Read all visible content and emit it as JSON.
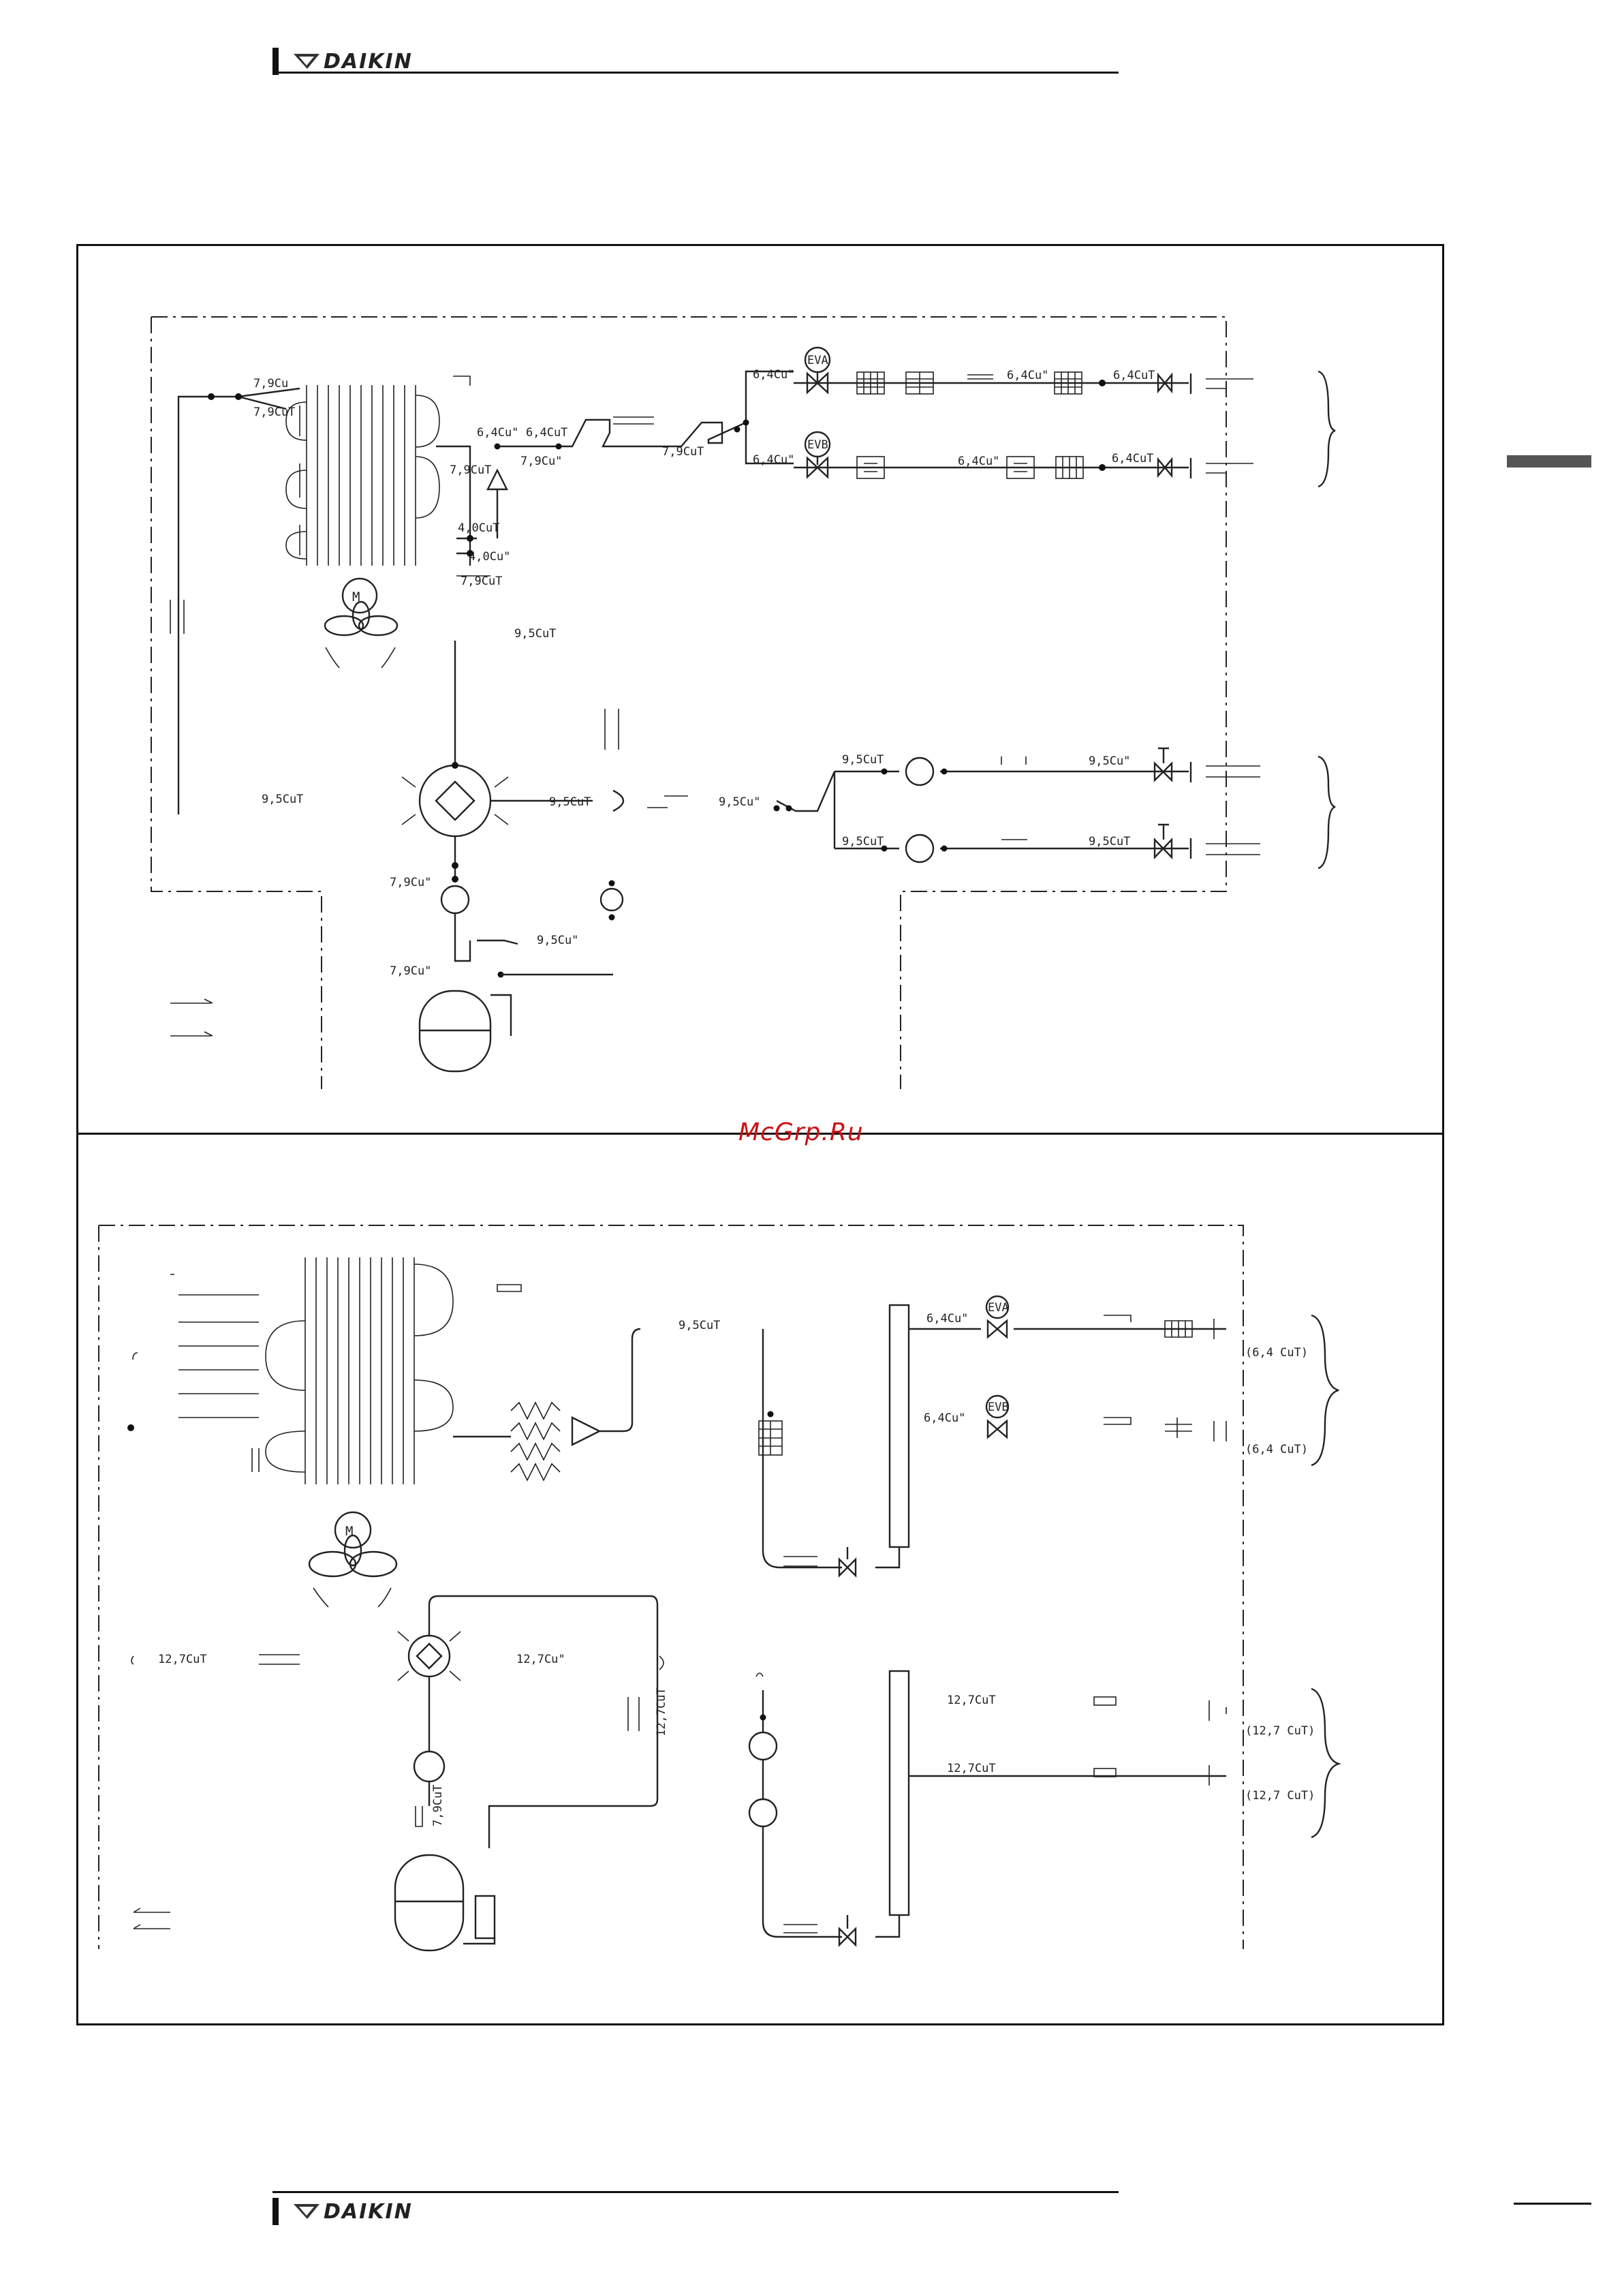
{
  "header": {
    "brand": "DAIKIN"
  },
  "footer": {
    "brand": "DAIKIN"
  },
  "watermark": "McGrp.Ru",
  "top_diagram": {
    "valves": {
      "liquid_a": "EVA",
      "liquid_b": "EVB"
    },
    "pipe_labels": {
      "coil_top_a": "7,9Cu",
      "coil_top_b": "7,9CuT",
      "to_dist_a": "6,4Cu\"",
      "to_dist_b": "6,4CuT",
      "dist_out_a": "7,9CuT",
      "dist_out_b": "7,9Cu\"",
      "filter_out": "7,9CuT",
      "branch_up": "6,4Cu\"",
      "branch_down": "6,4Cu\"",
      "line_a_mid": "6,4Cu\"",
      "line_a_end": "6,4CuT",
      "line_b_mid": "6,4Cu\"",
      "line_b_end": "6,4CuT",
      "coil_low_a": "4,0CuT",
      "coil_low_b": "4,0Cu\"",
      "coil_low_c": "7,9CuT",
      "discharge": "9,5CuT",
      "suction_left": "9,5CuT",
      "fourway_right": "9,5CuT",
      "gas_header": "9,5Cu\"",
      "gas_a_start": "9,5CuT",
      "gas_a_end": "9,5Cu\"",
      "gas_b_start": "9,5CuT",
      "gas_b_end": "9,5CuT",
      "comp_upper": "7,9Cu\"",
      "comp_lower": "7,9Cu\"",
      "accum_line": "9,5Cu\""
    }
  },
  "bottom_diagram": {
    "valves": {
      "liquid_a": "EVA",
      "liquid_b": "EVB"
    },
    "pipe_labels": {
      "discharge": "9,5CuT",
      "liquid_a": "6,4Cu\"",
      "liquid_b": "6,4Cu\"",
      "conn_liquid_a": "(6,4 CuT)",
      "conn_liquid_b": "(6,4 CuT)",
      "suction_left": "12,7CuT",
      "fourway_top": "12,7Cu\"",
      "vertical_gas": "12,7CuT",
      "gas_a": "12,7CuT",
      "gas_b": "12,7CuT",
      "conn_gas_a": "(12,7 CuT)",
      "conn_gas_b": "(12,7 CuT)",
      "comp_pipe": "7,9CuT"
    }
  }
}
